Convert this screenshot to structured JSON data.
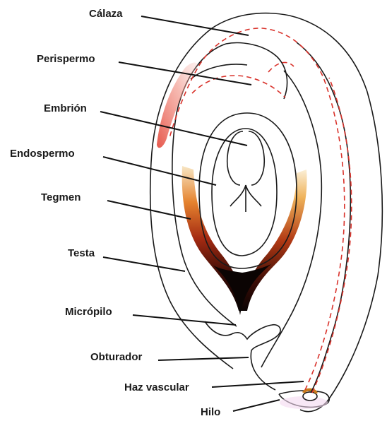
{
  "labels": {
    "calaza": "Cálaza",
    "perispermo": "Perispermo",
    "embrion": "Embrión",
    "endospermo": "Endospermo",
    "tegmen": "Tegmen",
    "testa": "Testa",
    "micropilo": "Micrópilo",
    "obturador": "Obturador",
    "haz_vascular": "Haz vascular",
    "hilo": "Hilo"
  },
  "colors": {
    "outline": "#1a1a1a",
    "vascular_dash": "#d9322b",
    "tegmen_dark": "#0d0504",
    "tegmen_mid": "#9c2a12",
    "tegmen_light": "#f3d7a4"
  }
}
